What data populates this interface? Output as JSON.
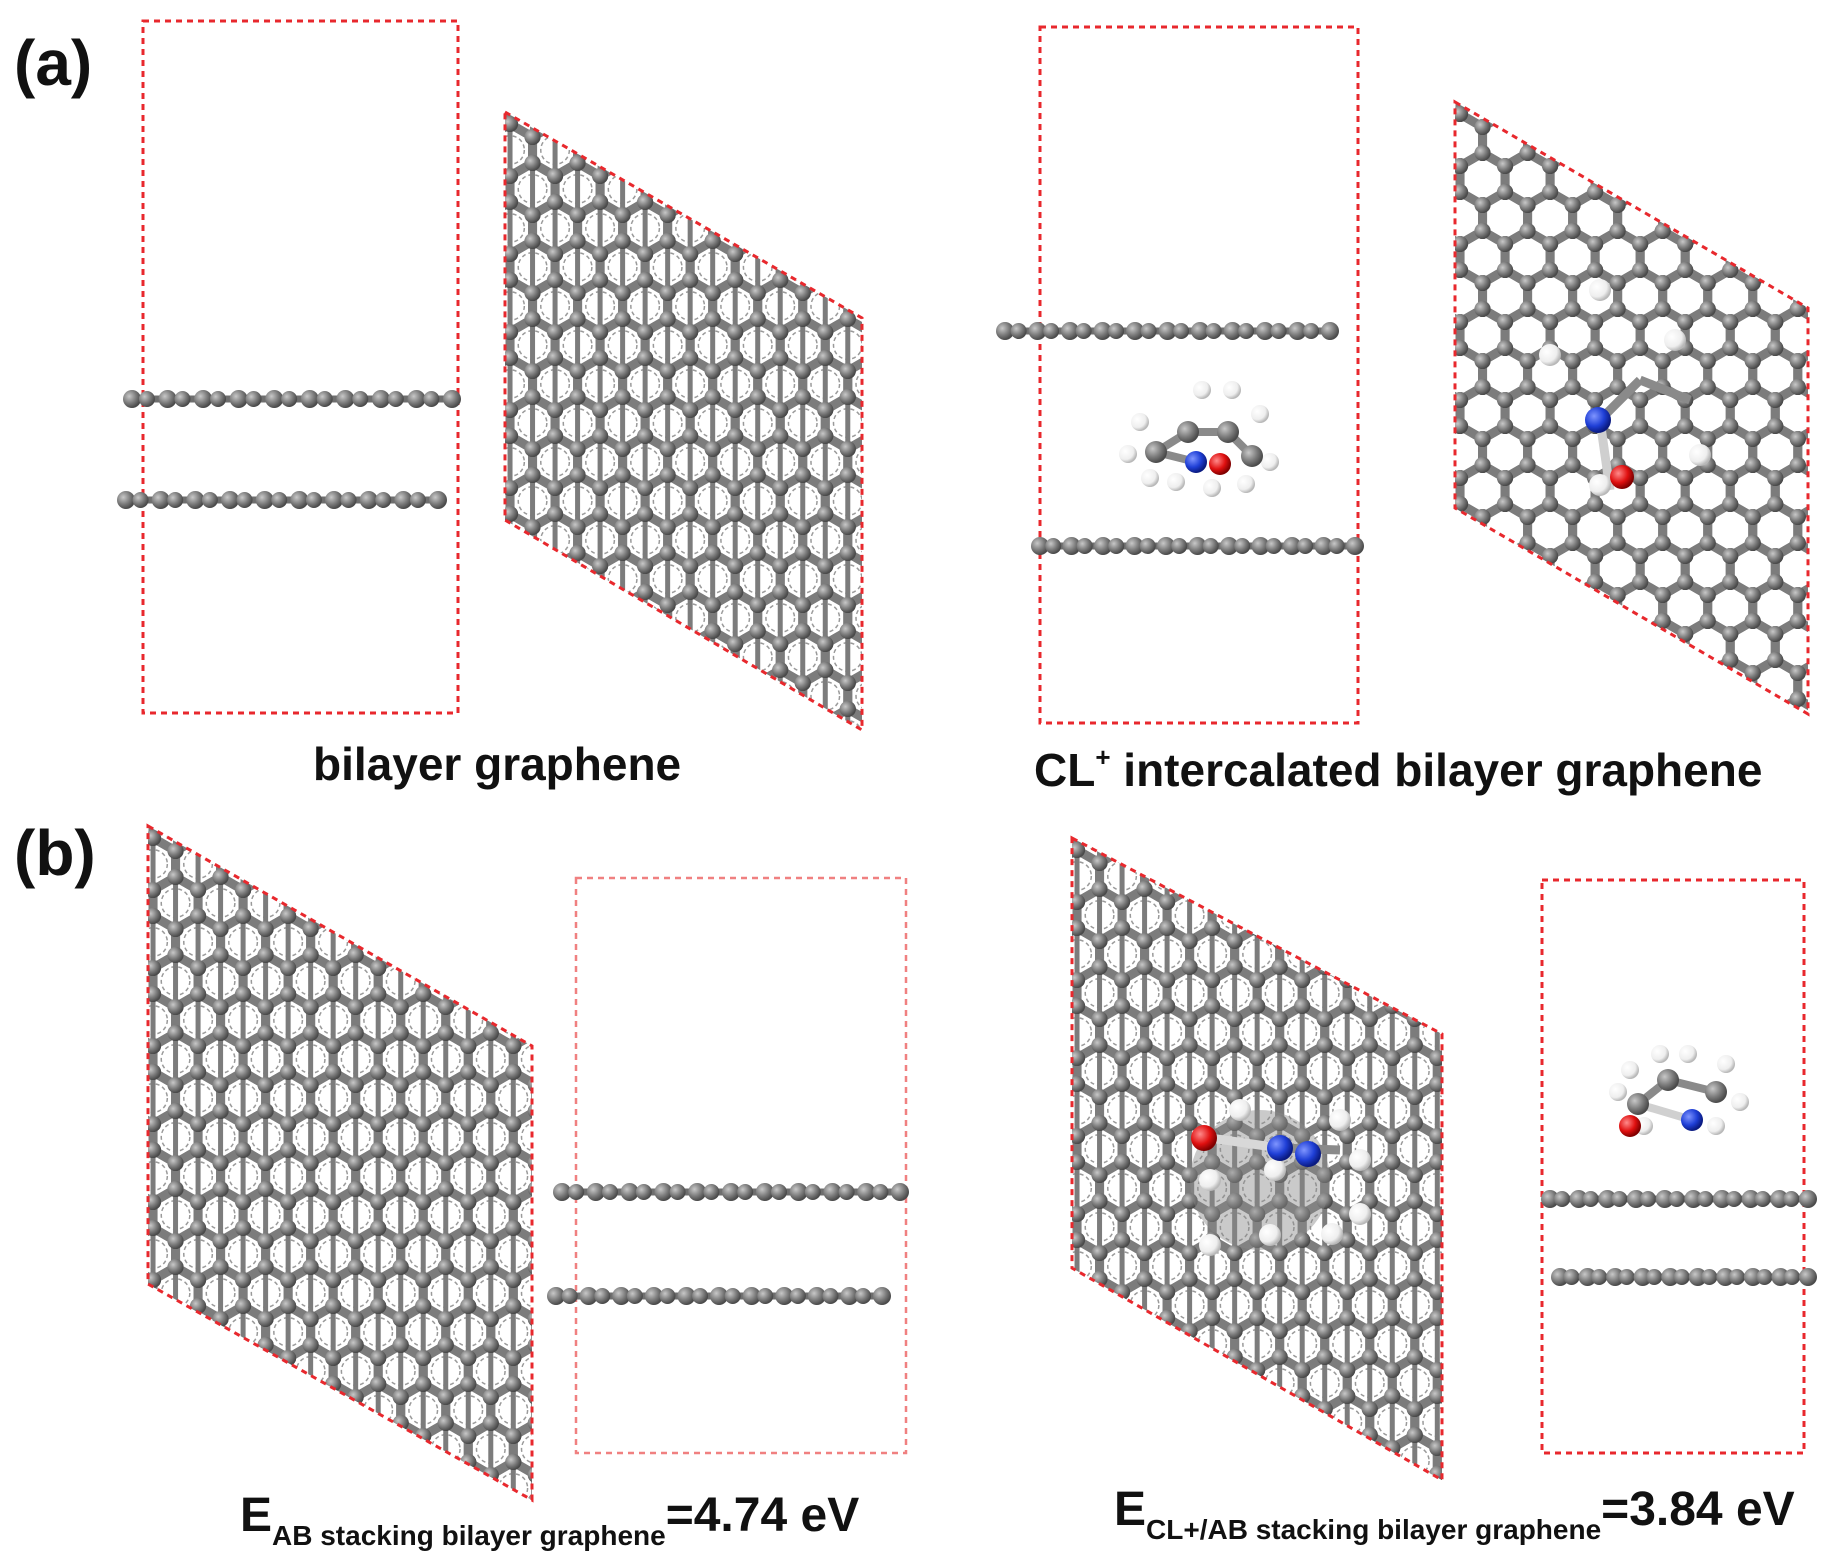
{
  "panel_a": {
    "label": "(a)",
    "caption_left": "bilayer graphene",
    "caption_right_prefix": "CL",
    "caption_right_sup": "+",
    "caption_right_rest": " intercalated bilayer graphene"
  },
  "panel_b": {
    "label": "(b)",
    "energy_left": {
      "symbol": "E",
      "subscript": "AB stacking bilayer graphene",
      "value": "=4.74 eV"
    },
    "energy_right": {
      "symbol": "E",
      "subscript": "CL+/AB stacking bilayer graphene",
      "value": "=3.84 eV"
    }
  },
  "colors": {
    "cell_outline": "#e8282d",
    "carbon": "#7a7a7a",
    "hydrogen": "#f2f2f2",
    "nitrogen": "#1f3fd6",
    "oxygen": "#e01010"
  }
}
